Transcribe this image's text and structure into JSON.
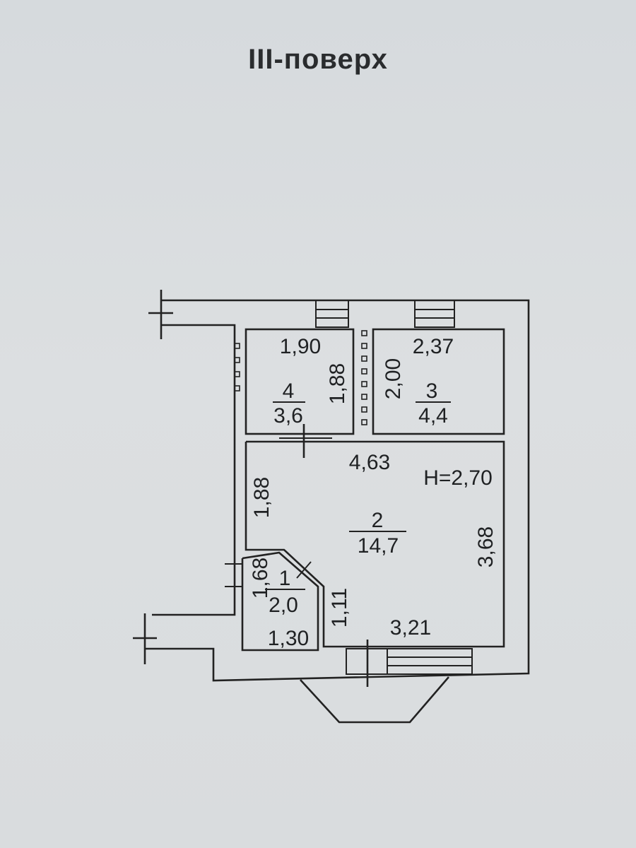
{
  "title": "III-поверх",
  "height_label": "H=2,70",
  "rooms": [
    {
      "number": "4",
      "area": "3,6"
    },
    {
      "number": "3",
      "area": "4,4"
    },
    {
      "number": "2",
      "area": "14,7"
    },
    {
      "number": "1",
      "area": "2,0"
    }
  ],
  "dimensions": {
    "room4_width": "1,90",
    "room4_depth": "1,88",
    "room3_width": "2,37",
    "room3_depth": "2,00",
    "room2_top": "4,63",
    "room2_left": "1,88",
    "room2_right": "3,68",
    "room2_bottom": "3,21",
    "room2_notch": "1,11",
    "room1_side": "1,68",
    "room1_bottom": "1,30"
  }
}
